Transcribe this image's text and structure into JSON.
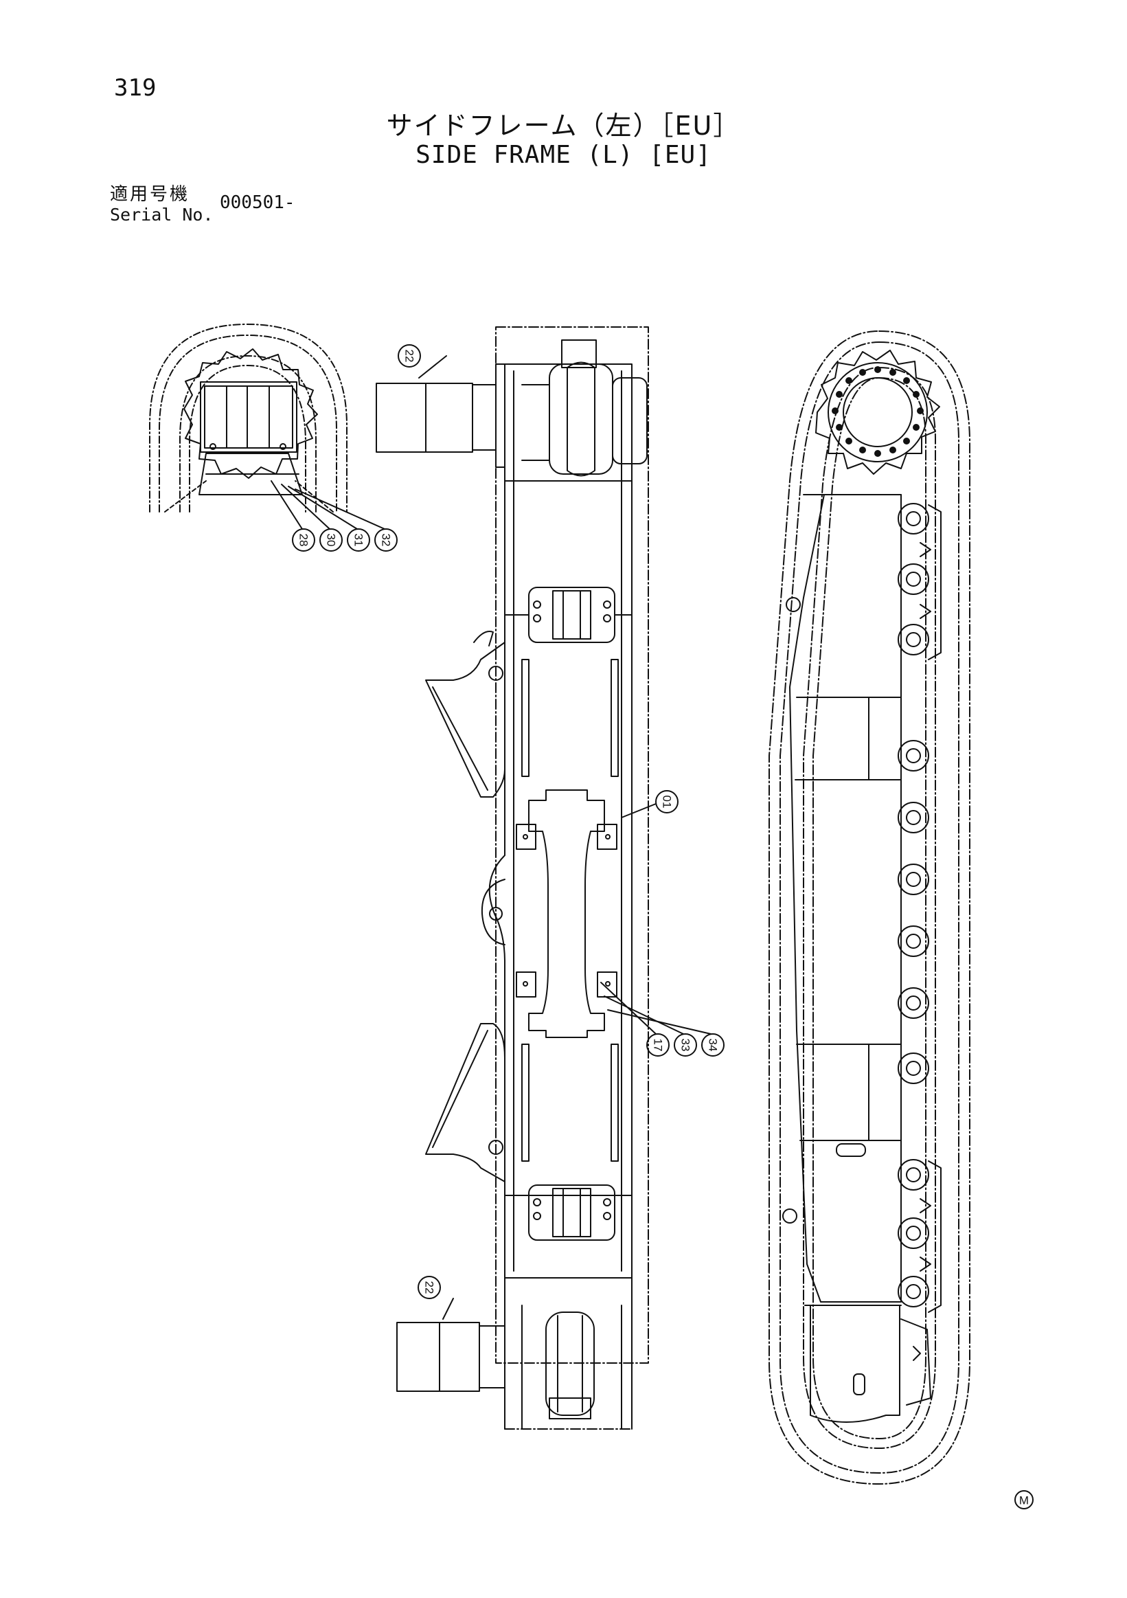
{
  "page_number": "319",
  "title": {
    "jp": "サイドフレーム（左）［EU］",
    "en": "SIDE FRAME (L) [EU]"
  },
  "serial": {
    "label_jp": "適用号機",
    "label_en": "Serial No.",
    "value": "000501-"
  },
  "callouts": {
    "c28": "28",
    "c30": "30",
    "c31": "31",
    "c32": "32",
    "c22_top": "22",
    "c22_bottom": "22",
    "c01": "01",
    "c17": "17",
    "c33": "33",
    "c34": "34"
  },
  "footer_mark": "M"
}
